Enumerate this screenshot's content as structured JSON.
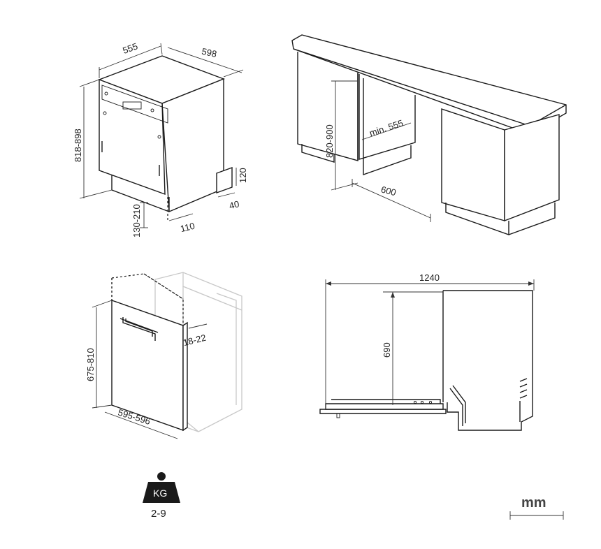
{
  "dimensions": {
    "depth": "555",
    "width": "598",
    "height_range": "818-898",
    "plinth_height": "130-210",
    "plinth_setback": "110",
    "toe_height": "120",
    "toe_depth": "40",
    "niche_height": "820-900",
    "niche_depth": "min. 555",
    "niche_width": "600",
    "panel_height": "675-810",
    "panel_width": "595-596",
    "panel_thickness": "18-22",
    "door_open_length": "1240",
    "door_height": "690"
  },
  "weight": {
    "icon_label": "KG",
    "value": "2-9"
  },
  "unit": "mm",
  "colors": {
    "line": "#1a1a1a",
    "ghost": "#c8c8c8",
    "weight_icon": "#1a1a1a"
  }
}
